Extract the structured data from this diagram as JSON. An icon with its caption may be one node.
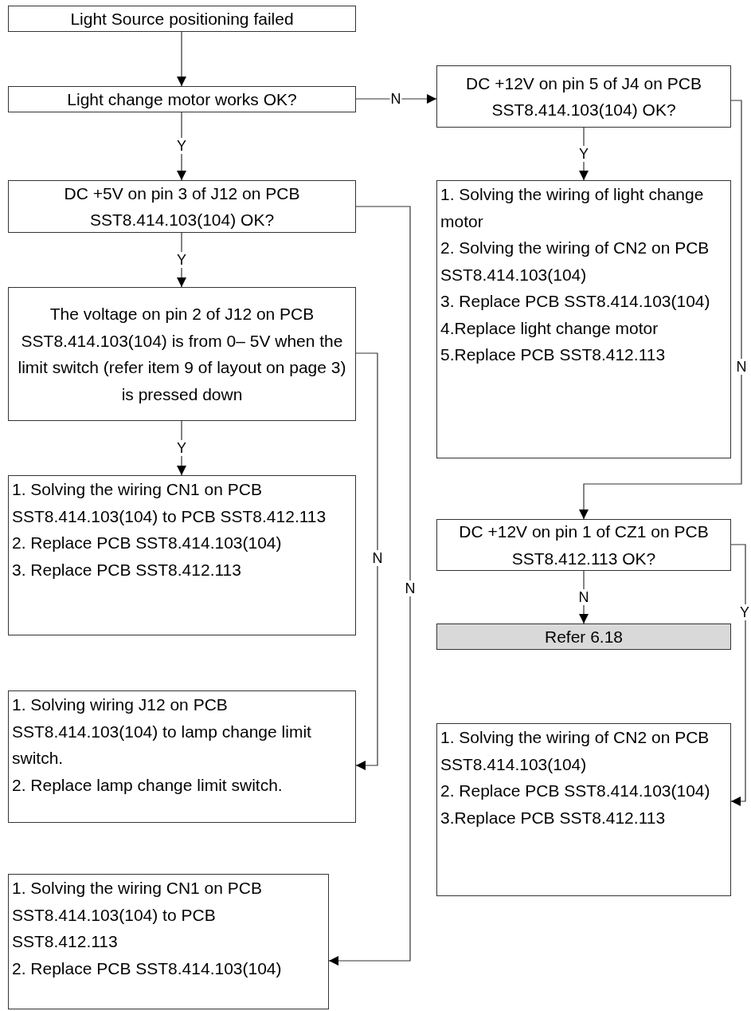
{
  "diagram": {
    "nodes": [
      {
        "text": [
          "Light Source positioning failed"
        ]
      },
      {
        "text": [
          "Light  change  motor works OK?"
        ]
      },
      {
        "text": [
          "DC +5V on pin 3 of J12 on PCB SST8.414.103(104) OK?"
        ]
      },
      {
        "text": [
          "The voltage on pin 2 of J12 on PCB SST8.414.103(104) is from 0– 5V when the limit switch (refer item 9 of layout on page 3) is pressed down"
        ]
      },
      {
        "text": [
          "1. Solving the wiring CN1 on PCB SST8.414.103(104) to PCB SST8.412.113",
          "2. Replace PCB SST8.414.103(104)",
          "3. Replace PCB SST8.412.113"
        ]
      },
      {
        "text": [
          "1. Solving wiring J12 on PCB SST8.414.103(104) to lamp change limit switch.",
          "2. Replace lamp change limit switch."
        ]
      },
      {
        "text": [
          "1. Solving the wiring CN1 on PCB SST8.414.103(104) to PCB SST8.412.113",
          "2. Replace PCB SST8.414.103(104)"
        ]
      },
      {
        "text": [
          "DC +12V on pin 5 of J4 on PCB SST8.414.103(104) OK?"
        ]
      },
      {
        "text": [
          "1. Solving the wiring of  light change motor",
          "2. Solving the wiring of CN2 on PCB SST8.414.103(104)",
          "3. Replace PCB SST8.414.103(104)",
          "4.Replace light change motor",
          "5.Replace PCB SST8.412.113"
        ]
      },
      {
        "text": [
          "DC +12V on pin 1 of CZ1 on PCB SST8.412.113 OK?"
        ]
      },
      {
        "text": [
          "Refer 6.18"
        ]
      },
      {
        "text": [
          "1. Solving the wiring of  CN2 on PCB SST8.414.103(104)",
          "2. Replace PCB SST8.414.103(104)",
          "3.Replace PCB SST8.412.113"
        ]
      }
    ],
    "edges": [
      {
        "from": 0,
        "to": 1,
        "arrow": "to"
      },
      {
        "from": 1,
        "to": 7,
        "arrow": "to",
        "label": "N"
      },
      {
        "from": 1,
        "to": 2,
        "arrow": "to",
        "label": "Y"
      },
      {
        "from": 2,
        "to": 3,
        "arrow": "to",
        "label": "Y"
      },
      {
        "from": 3,
        "to": 4,
        "arrow": "to",
        "label": "Y"
      },
      {
        "from": 3,
        "to": 5,
        "arrow": "to",
        "label": "N"
      },
      {
        "from": 2,
        "to": 6,
        "arrow": "to",
        "label": "N"
      },
      {
        "from": 7,
        "to": 8,
        "arrow": "to",
        "label": "Y"
      },
      {
        "from": 7,
        "to": 9,
        "arrow": "to",
        "label": "N"
      },
      {
        "from": 9,
        "to": 10,
        "arrow": "to",
        "label": "N"
      },
      {
        "from": 9,
        "to": 11,
        "arrow": "to",
        "label": "Y"
      }
    ]
  }
}
